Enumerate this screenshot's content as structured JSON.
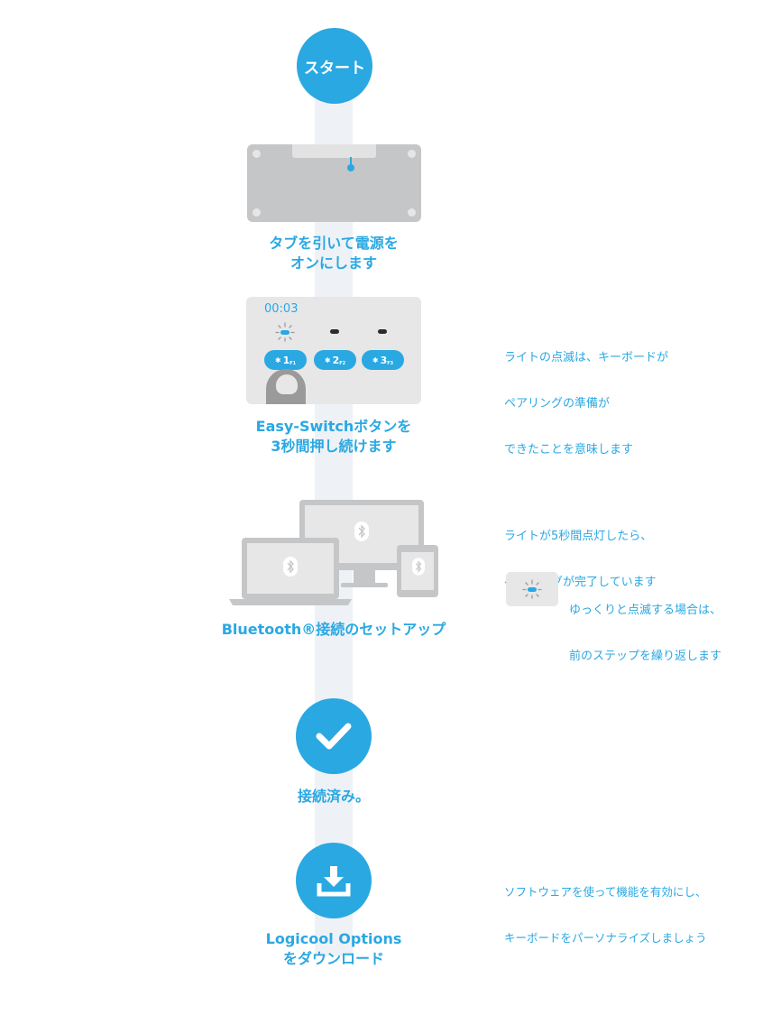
{
  "start": {
    "label": "スタート"
  },
  "steps": {
    "power": {
      "title_lines": [
        "タブを引いて電源を",
        "オンにします"
      ]
    },
    "easy_switch": {
      "title_lines": [
        "Easy-Switchボタンを",
        "3秒間押し続けます"
      ],
      "timer": "00:03",
      "keys": [
        {
          "bt": "✱",
          "num": "1",
          "fkey": "F1"
        },
        {
          "bt": "✱",
          "num": "2",
          "fkey": "F2"
        },
        {
          "bt": "✱",
          "num": "3",
          "fkey": "F3"
        }
      ]
    },
    "bluetooth": {
      "title": "Bluetooth®接続のセットアップ"
    },
    "connected": {
      "title": "接続済み。"
    },
    "download": {
      "title_lines": [
        "Logicool Options",
        "をダウンロード"
      ]
    }
  },
  "notes": {
    "blink": [
      "ライトの点滅は、キーボードが",
      "ペアリングの準備が",
      "できたことを意味します"
    ],
    "steady": [
      "ライトが5秒間点灯したら、",
      "ペアリングが完了しています"
    ],
    "slow": [
      "ゆっくりと点滅する場合は、",
      "前のステップを繰り返します"
    ],
    "software": [
      "ソフトウェアを使って機能を有効にし、",
      "キーボードをパーソナライズしましょう"
    ]
  },
  "colors": {
    "accent": "#2aa8e2",
    "track": "#eef2f6",
    "device": "#c5c6c8"
  },
  "icons": {
    "bluetooth": "bluetooth-icon",
    "check": "check-icon",
    "download": "download-icon"
  }
}
